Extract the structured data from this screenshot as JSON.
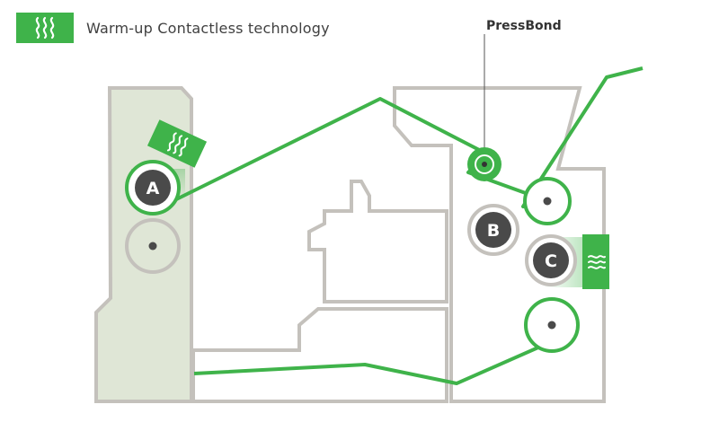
{
  "legend": {
    "label": "Warm-up Contactless technology",
    "icon": "heat-waves-icon"
  },
  "callout": {
    "label": "PressBond"
  },
  "rollers": {
    "a": "A",
    "b": "B",
    "c": "C"
  },
  "colors": {
    "accent_green": "#3fb34a",
    "frame_gray": "#c4c1bc",
    "roller_dark": "#4a4a4a",
    "panel_tint": "#dfe6d6"
  }
}
